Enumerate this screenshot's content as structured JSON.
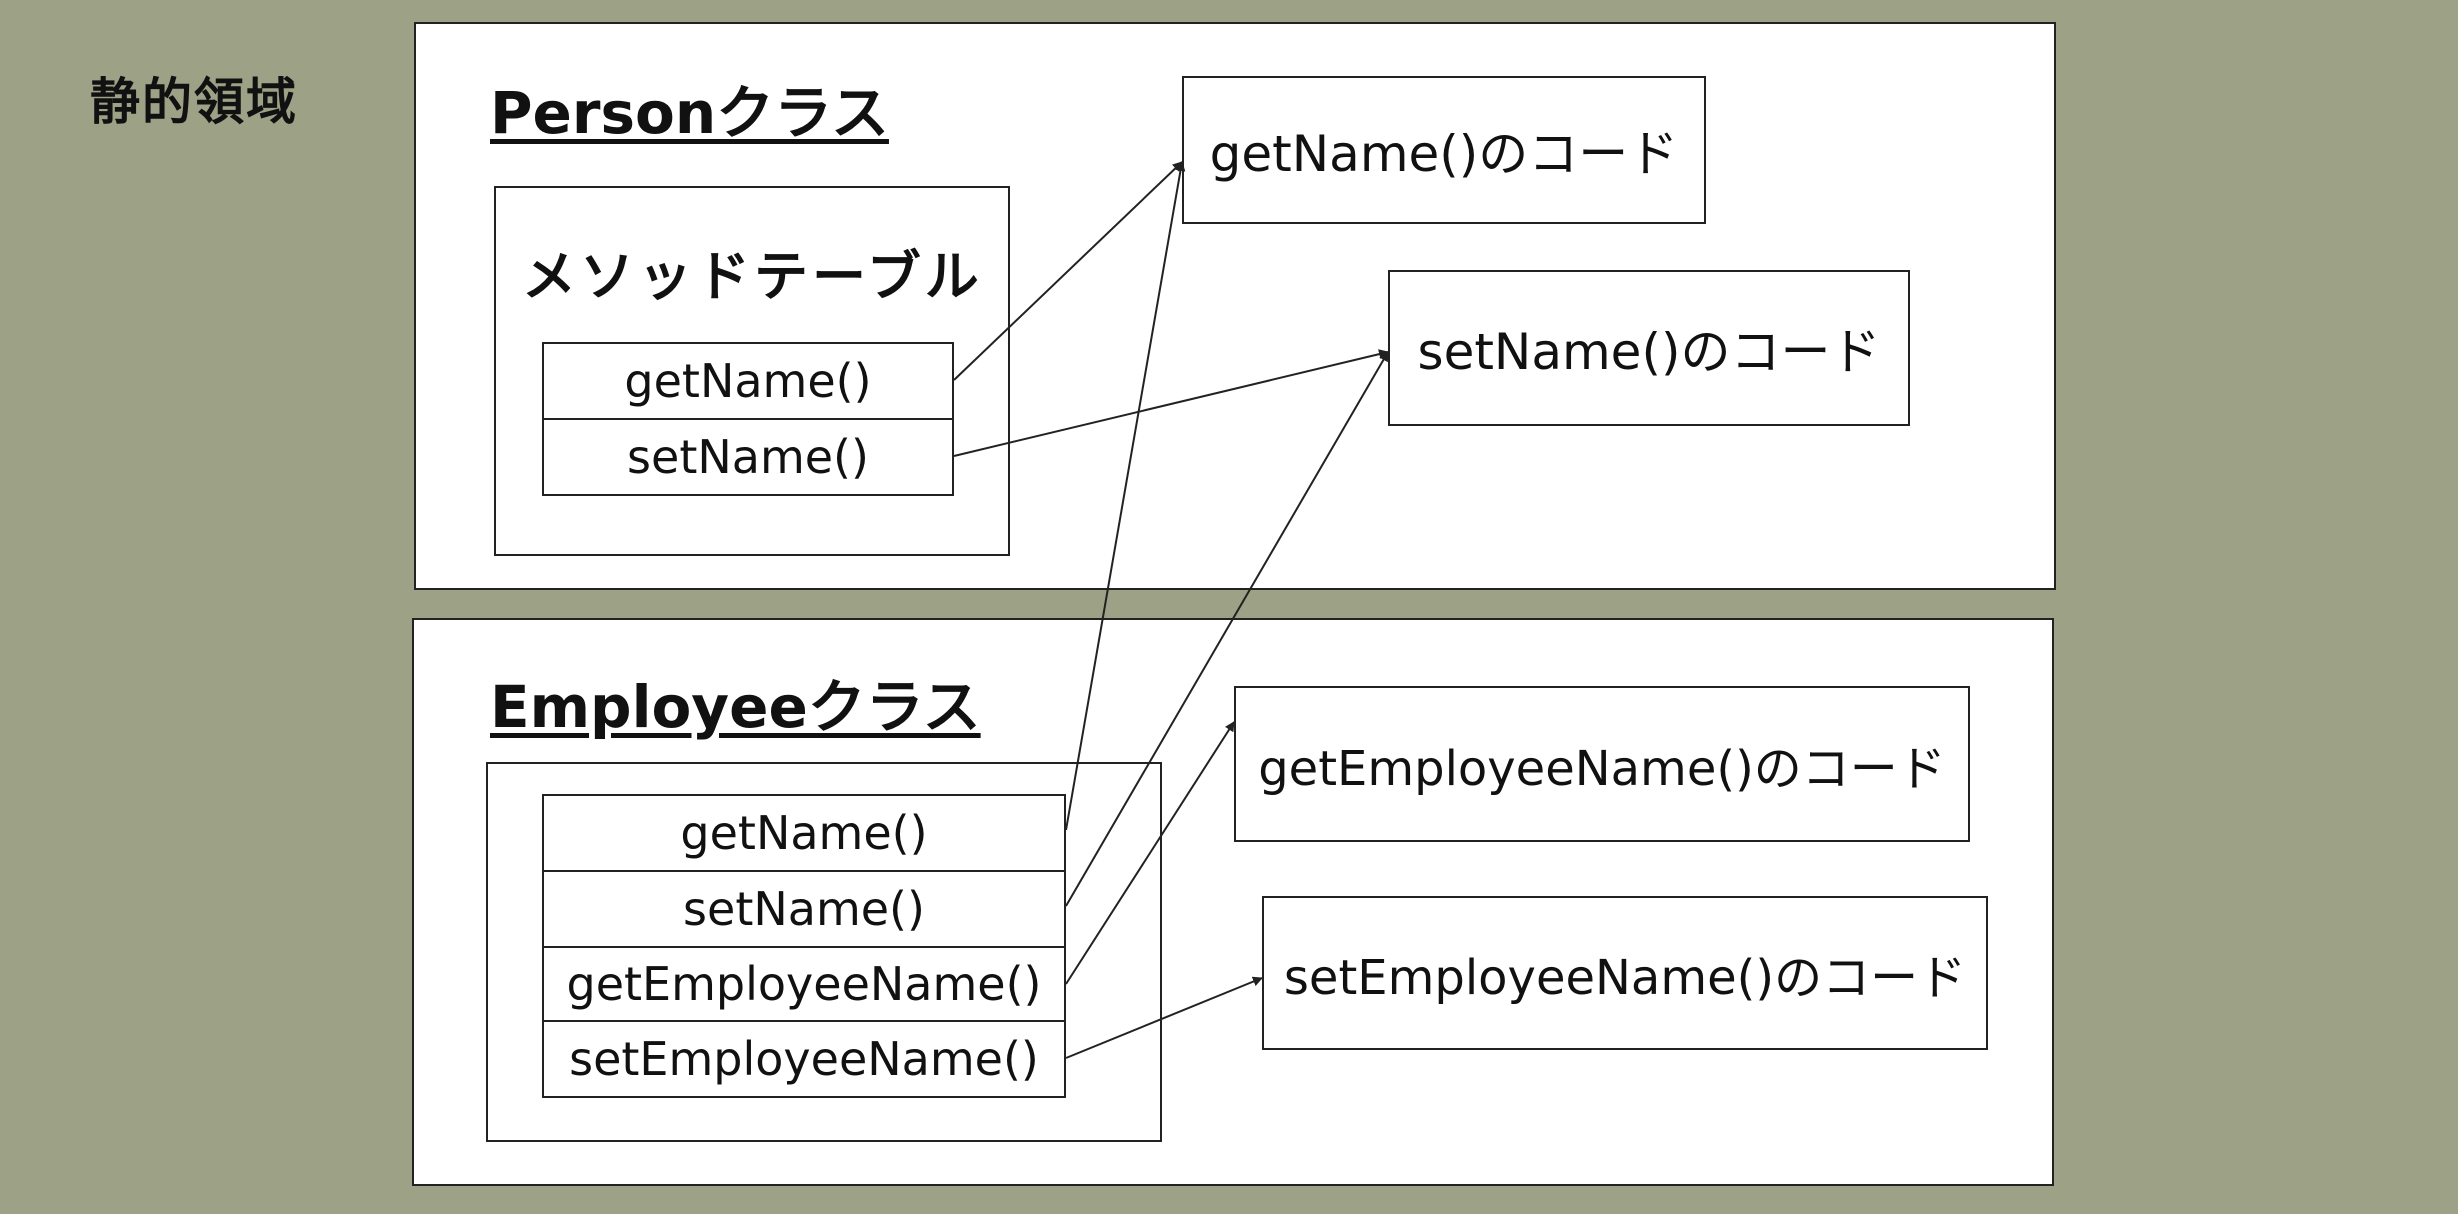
{
  "area_label": "静的領域",
  "person_class": {
    "title": "Personクラス",
    "method_table": {
      "title": "メソッドテーブル",
      "entries": [
        "getName()",
        "setName()"
      ]
    },
    "code_blocks": [
      "getName()のコード",
      "setName()のコード"
    ]
  },
  "employee_class": {
    "title": "Employeeクラス",
    "method_table": {
      "entries": [
        "getName()",
        "setName()",
        "getEmployeeName()",
        "setEmployeeName()"
      ]
    },
    "code_blocks": [
      "getEmployeeName()のコード",
      "setEmployeeName()のコード"
    ]
  },
  "colors": {
    "background": "#9da186",
    "box_fill": "#ffffff",
    "line": "#222222"
  }
}
